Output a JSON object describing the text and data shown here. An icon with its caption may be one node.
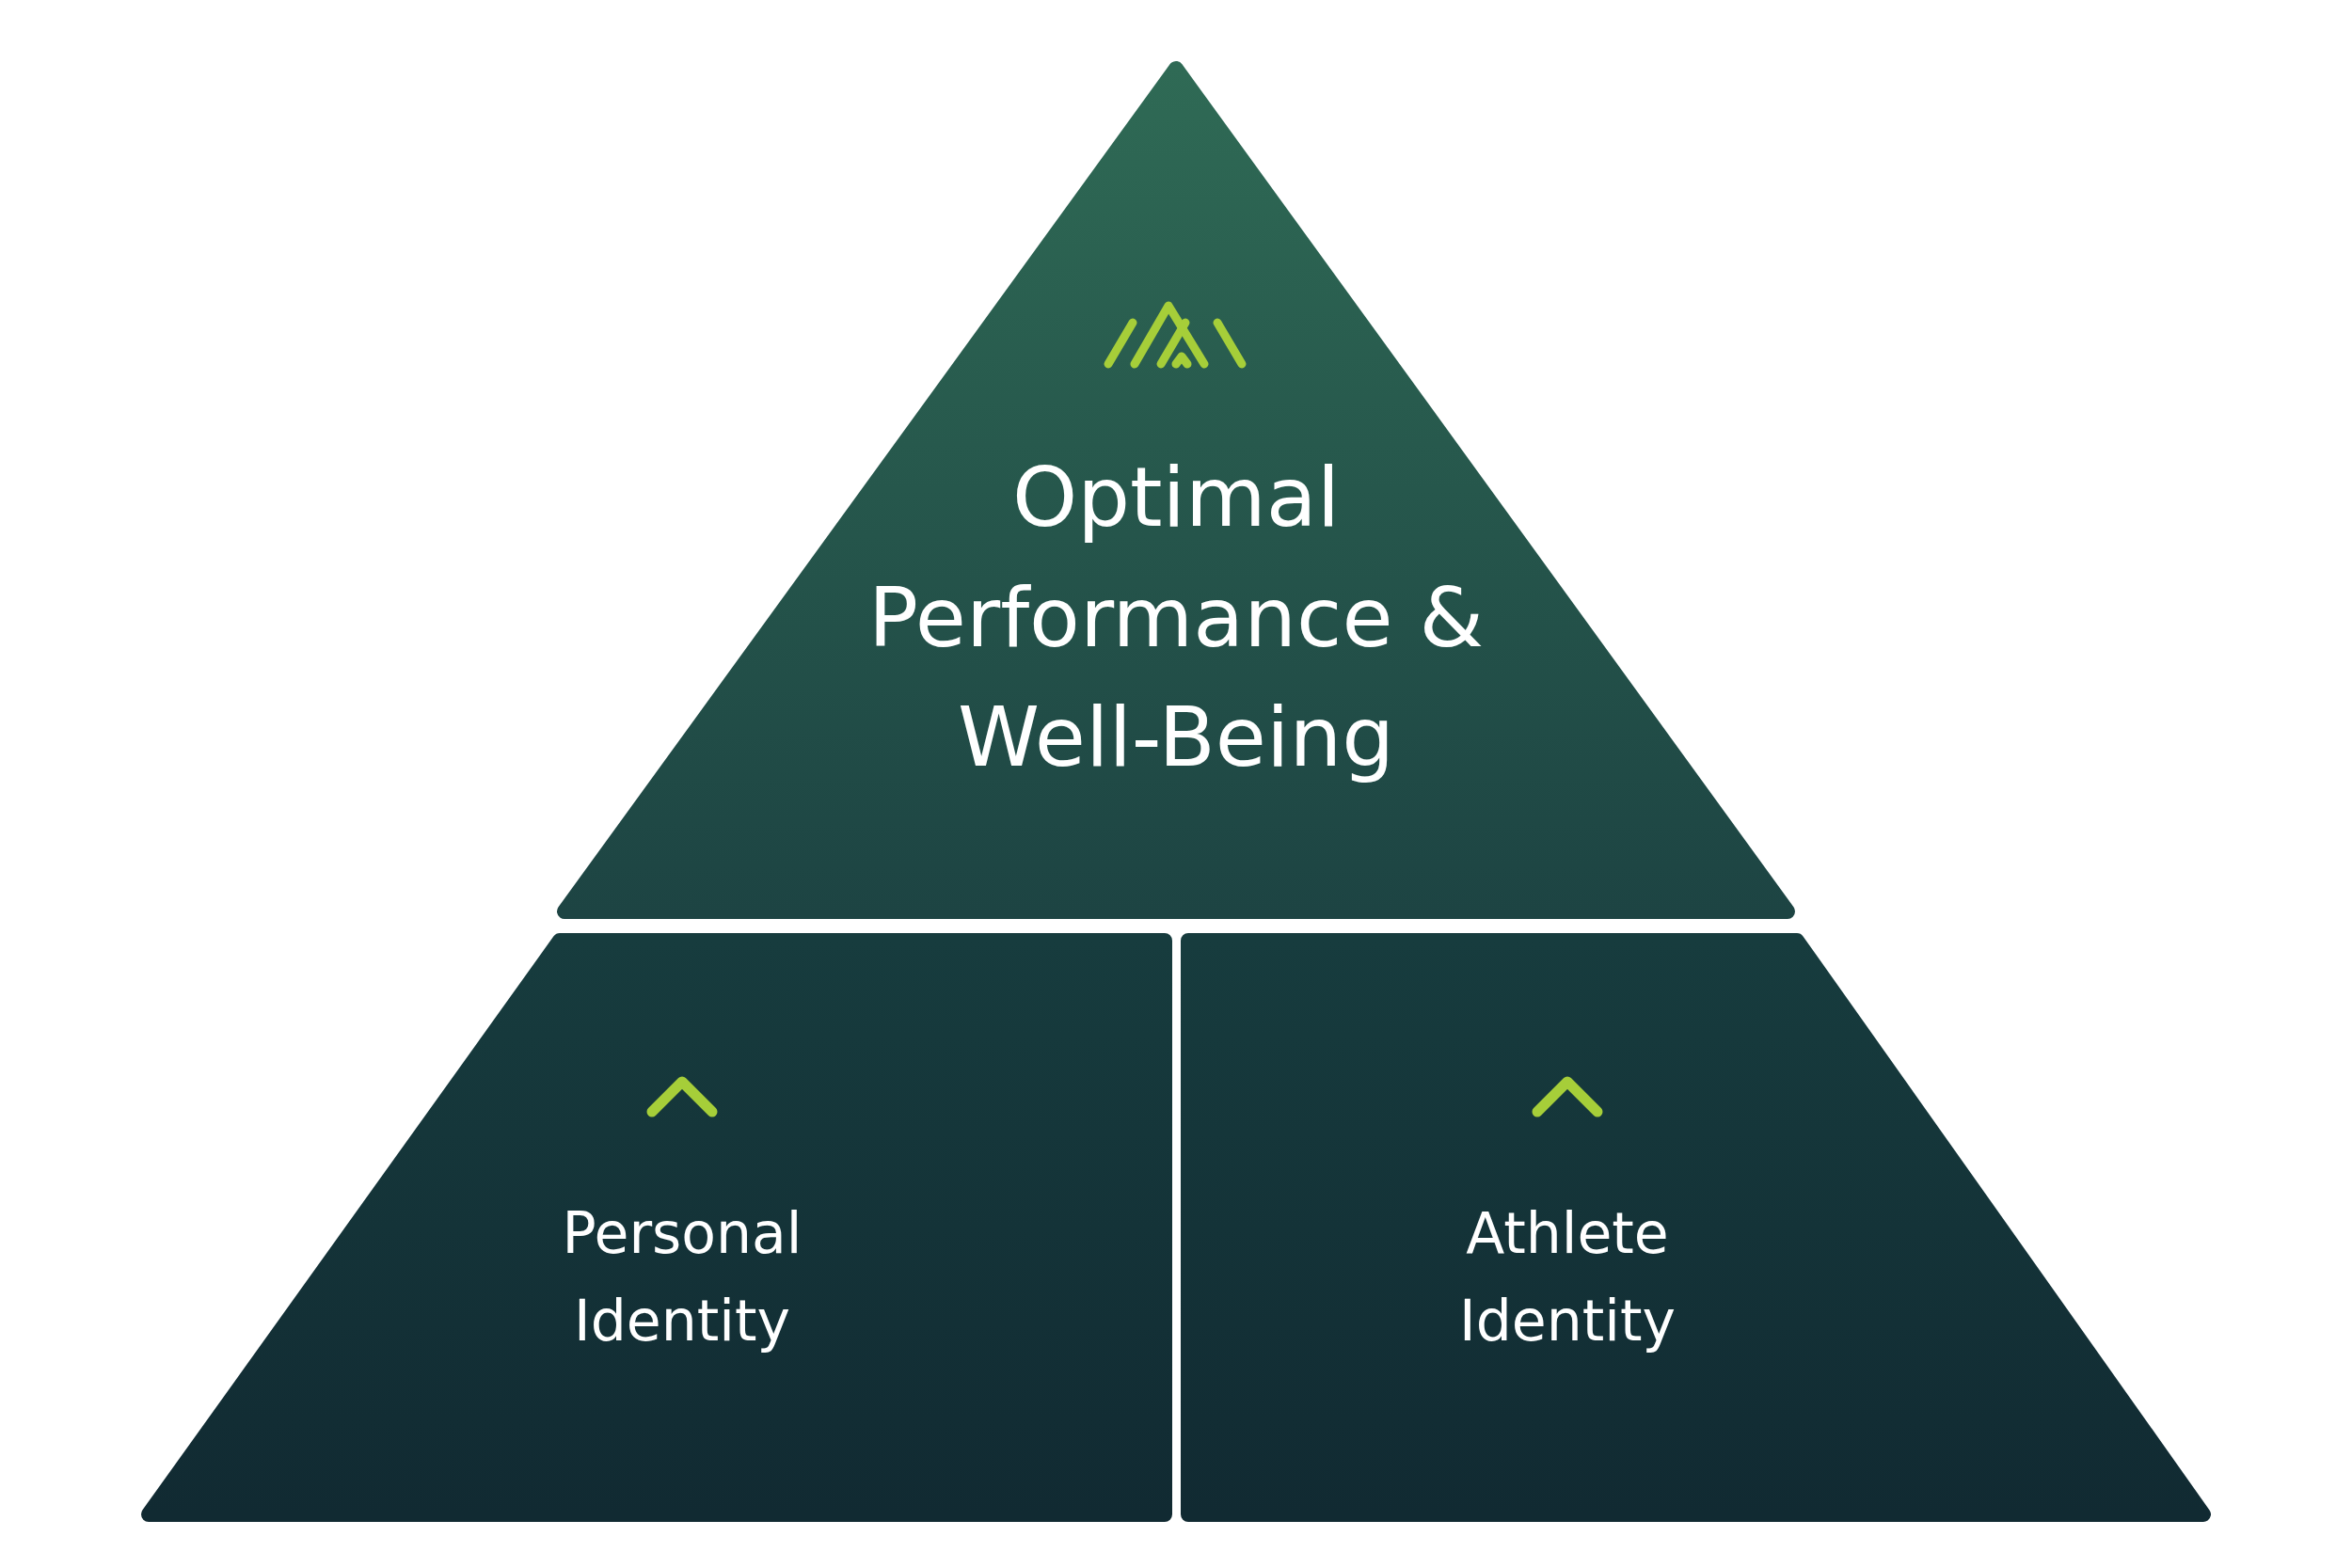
{
  "diagram": {
    "nodes": [
      {
        "text": [
          "Optimal Performance & Well-Being"
        ]
      },
      {
        "text": [
          "Personal Identity"
        ]
      },
      {
        "text": [
          "Athlete Identity"
        ]
      }
    ]
  }
}
